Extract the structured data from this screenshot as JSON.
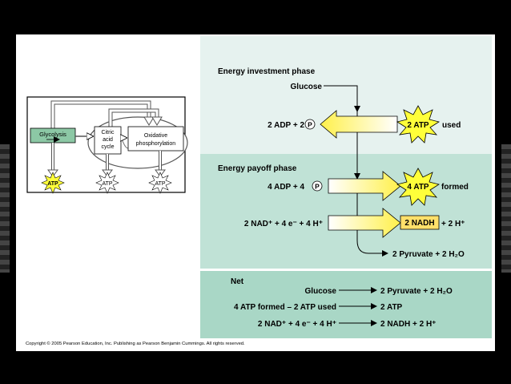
{
  "colors": {
    "investment_panel": "#e6f2ef",
    "payoff_panel": "#c0e2d6",
    "net_panel": "#a9d7c6",
    "glycolysis_box": "#8cc8a5",
    "arrow_yellow": "#fff04a",
    "burst_yellow": "#ffff3a",
    "nadh_box": "#ffe06a"
  },
  "overview": {
    "glycolysis": "Glycolysis",
    "citric1": "Citric",
    "citric2": "acid",
    "citric3": "cycle",
    "ox1": "Oxidative",
    "ox2": "phosphorylation",
    "atp": "ATP"
  },
  "investment": {
    "heading": "Energy investment phase",
    "glucose": "Glucose",
    "adp_text": "2 ADP + 2",
    "p": "P",
    "atp": "2 ATP",
    "used": "used"
  },
  "payoff": {
    "heading": "Energy payoff phase",
    "adp_text": "4 ADP + 4",
    "p": "P",
    "atp": "4 ATP",
    "formed": "formed",
    "nad_text": "2 NAD⁺ + 4 e⁻ + 4 H⁺",
    "nadh": "2 NADH",
    "plus_h": "+ 2 H⁺",
    "pyruvate": "2 Pyruvate + 2 H₂O"
  },
  "net": {
    "heading": "Net",
    "l1": "Glucose",
    "r1": "2 Pyruvate + 2 H₂O",
    "l2": "4 ATP formed – 2 ATP used",
    "r2": "2 ATP",
    "l3": "2 NAD⁺ + 4 e⁻ + 4 H⁺",
    "r3": "2 NADH + 2 H⁺"
  },
  "copyright": "Copyright © 2005 Pearson Education, Inc. Publishing as Pearson Benjamin Cummings. All rights reserved."
}
